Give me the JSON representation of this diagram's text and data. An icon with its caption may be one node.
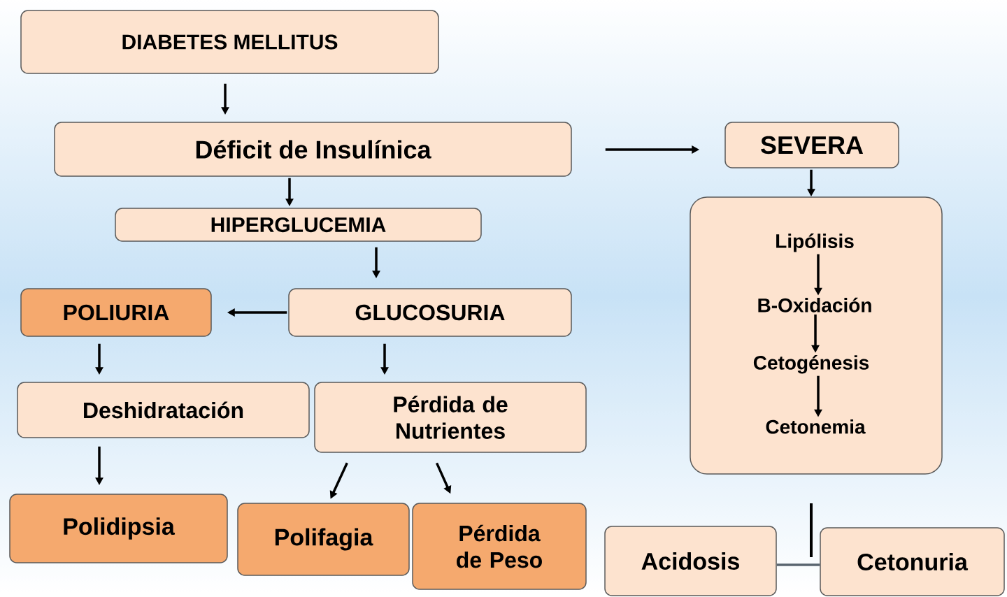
{
  "diagram": {
    "nodes": [
      {
        "text": [
          "DIABETES MELLITUS"
        ]
      },
      {
        "text": [
          "Déficit de Insulínica"
        ]
      },
      {
        "text": [
          "SEVERA"
        ]
      },
      {
        "text": [
          "HIPERGLUCEMIA"
        ]
      },
      {
        "text": [],
        "shape": "box"
      },
      {
        "text": [
          "Lipólisis"
        ],
        "in": 4
      },
      {
        "text": [
          "B-Oxidación"
        ],
        "in": 4
      },
      {
        "text": [
          "Cetogénesis"
        ],
        "in": 4
      },
      {
        "text": [
          "Cetonemia"
        ],
        "in": 4
      },
      {
        "text": [
          "POLIURIA"
        ]
      },
      {
        "text": [
          "GLUCOSURIA"
        ]
      },
      {
        "text": [
          "Deshidratación"
        ]
      },
      {
        "text": [
          "Pérdida de Nutrientes"
        ]
      },
      {
        "text": [
          "Polidipsia"
        ]
      },
      {
        "text": [
          "Polifagia"
        ]
      },
      {
        "text": [
          "Pérdida de Peso"
        ]
      },
      {
        "text": [
          "Acidosis"
        ]
      },
      {
        "text": [
          "Cetonuria"
        ]
      }
    ],
    "edges": [
      {
        "from": 0,
        "to": 1,
        "arrow": "to"
      },
      {
        "from": 1,
        "to": 2,
        "arrow": "to"
      },
      {
        "from": 2,
        "to": 4,
        "arrow": "to"
      },
      {
        "from": 1,
        "to": 3,
        "arrow": "to"
      },
      {
        "from": 5,
        "to": 6,
        "arrow": "to"
      },
      {
        "from": 6,
        "to": 7,
        "arrow": "to"
      },
      {
        "from": 7,
        "to": 8,
        "arrow": "to"
      },
      {
        "from": 3,
        "to": 10,
        "arrow": "to"
      },
      {
        "from": 10,
        "to": 9,
        "arrow": "to"
      },
      {
        "from": 9,
        "to": 11,
        "arrow": "to"
      },
      {
        "from": 10,
        "to": 12,
        "arrow": "to"
      },
      {
        "from": 11,
        "to": 13,
        "arrow": "to"
      },
      {
        "from": 12,
        "to": 14,
        "arrow": "to"
      },
      {
        "from": 12,
        "to": 15,
        "arrow": "to"
      },
      {
        "from": 16,
        "to": 17,
        "arrow": "none",
        "color": "#5a6670"
      }
    ]
  }
}
